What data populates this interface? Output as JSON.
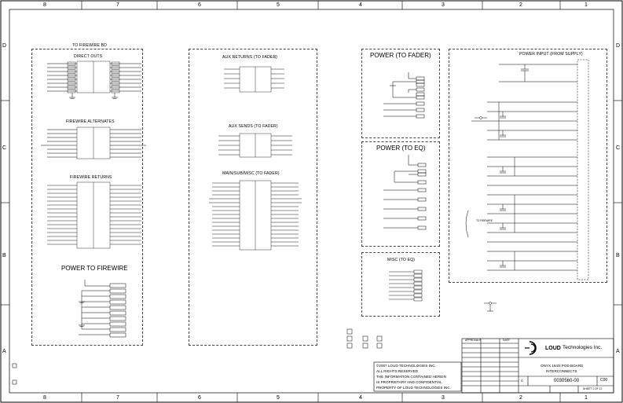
{
  "zones_top": [
    "8",
    "7",
    "6",
    "5",
    "4",
    "3",
    "2",
    "1"
  ],
  "zones_bottom": [
    "8",
    "7",
    "6",
    "5",
    "4",
    "3",
    "2",
    "1"
  ],
  "zones_left": [
    "D",
    "C",
    "B",
    "A"
  ],
  "zones_right": [
    "D",
    "C",
    "B",
    "A"
  ],
  "sections": {
    "to_firewire": {
      "title": "TO FIREWIRE BD",
      "direct_outs": "DIRECT OUTS",
      "alternates": "FIREWIRE ALTERNATES",
      "returns": "FIREWIRE RETURNS",
      "power_title": "POWER TO FIREWIRE"
    },
    "aux_returns": "AUX RETURNS (TO FADER)",
    "aux_sends": "AUX SENDS (TO FADER)",
    "main_sub": "MAIN/SUB/MISC (TO FADER)",
    "power_fader": "POWER (TO FADER)",
    "power_eq": "POWER (TO EQ)",
    "misc_eq": "MISC (TO EQ)",
    "power_input": "POWER INPUT (FROM SUPPLY)",
    "to_firewire_note": "TO FIREWIRE"
  },
  "copyright": {
    "line1": "©2007 LOUD TECHNOLOGIES INC.",
    "line2": "ALL RIGHTS RESERVED",
    "line3": "THE INFORMATION CONTAINED HEREIN",
    "line4": "IS PROPRIETARY AND CONFIDENTIAL",
    "line5": "PROPERTY OF LOUD TECHNOLOGIES INC."
  },
  "title_block": {
    "company": "Technologies Inc.",
    "brand": "LOUD",
    "title1": "ONYX 1640i POD BOARD",
    "title2": "INTERCONNECTS",
    "doc_number": "0030560-00",
    "rev": "C00",
    "size": "D",
    "sheet": "SHEET 1 OF 12",
    "approvals": "APPROVALS",
    "date": "DATE"
  }
}
